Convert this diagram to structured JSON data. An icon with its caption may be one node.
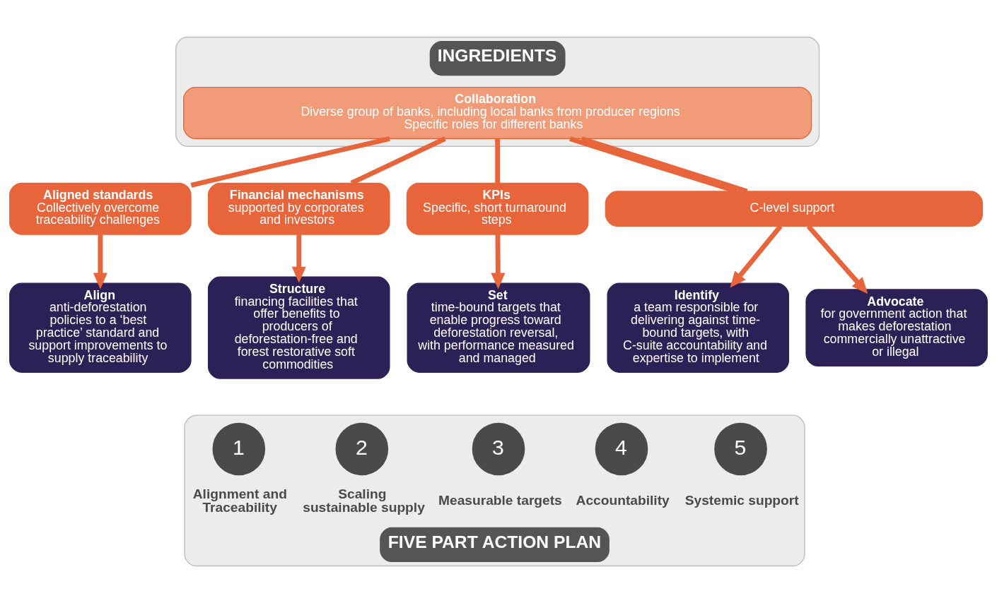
{
  "diagram": {
    "nodes": [
      {
        "text": [
          "INGREDIENTS"
        ]
      },
      {
        "text": [
          "Collaboration",
          "Diverse group of banks, including local banks from producer regions",
          "Specific roles for different banks"
        ],
        "in": 0
      },
      {
        "text": [
          "Aligned standards",
          "Collectively overcome traceability challenges"
        ]
      },
      {
        "text": [
          "Financial mechanisms",
          "supported by corporates and investors"
        ]
      },
      {
        "text": [
          "KPIs",
          "Specific, short turnaround steps"
        ]
      },
      {
        "text": [
          "C-level support"
        ]
      },
      {
        "text": [
          "FIVE PART ACTION PLAN"
        ]
      },
      {
        "text": [
          "Align",
          "anti-deforestation policies to a ‘best practice’ standard and support improvements to supply traceability"
        ]
      },
      {
        "text": [
          "Structure",
          "financing facilities that offer benefits to producers of deforestation-free and forest restorative soft commodities"
        ]
      },
      {
        "text": [
          "Set",
          "time-bound targets that enable progress toward deforestation reversal, with performance measured and managed"
        ]
      },
      {
        "text": [
          "Identify",
          "a team responsible for delivering against time-bound targets, with C-suite accountability and expertise to implement"
        ]
      },
      {
        "text": [
          "Advocate",
          "for government action that makes deforestation commercially unattractive or illegal"
        ]
      },
      {
        "text": [
          "1"
        ],
        "beside": [
          "Alignment and Traceability"
        ],
        "in": 6
      },
      {
        "text": [
          "2"
        ],
        "beside": [
          "Scaling sustainable supply"
        ],
        "in": 6
      },
      {
        "text": [
          "3"
        ],
        "beside": [
          "Measurable targets"
        ],
        "in": 6
      },
      {
        "text": [
          "4"
        ],
        "beside": [
          "Accountability"
        ],
        "in": 6
      },
      {
        "text": [
          "5"
        ],
        "beside": [
          "Systemic support"
        ],
        "in": 6
      }
    ],
    "edges": [
      {
        "from": 1,
        "to": 2,
        "arrow": "none"
      },
      {
        "from": 1,
        "to": 3,
        "arrow": "none"
      },
      {
        "from": 1,
        "to": 4,
        "arrow": "none"
      },
      {
        "from": 1,
        "to": 5,
        "arrow": "none"
      },
      {
        "from": 1,
        "to": 5,
        "arrow": "none"
      },
      {
        "from": 2,
        "to": 7,
        "arrow": "to"
      },
      {
        "from": 3,
        "to": 8,
        "arrow": "to"
      },
      {
        "from": 4,
        "to": 9,
        "arrow": "to"
      },
      {
        "from": 5,
        "to": 10,
        "arrow": "to"
      },
      {
        "from": 5,
        "to": 11,
        "arrow": "to"
      }
    ]
  }
}
